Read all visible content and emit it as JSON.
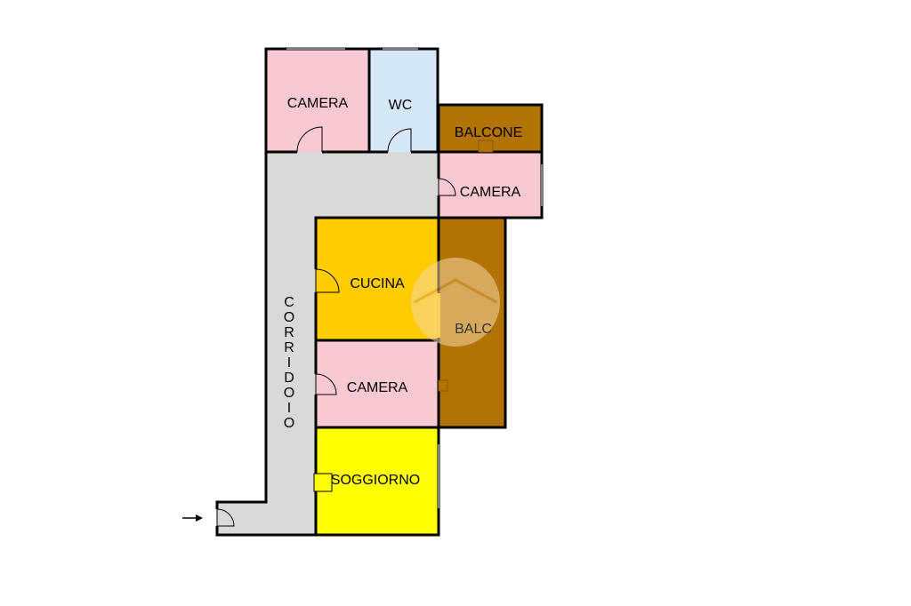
{
  "colors": {
    "wall": "#000000",
    "bedroom": "#f9c9d2",
    "bathroom": "#d6e8f8",
    "balcony": "#b27204",
    "corridor": "#d9d9d9",
    "kitchen": "#ffcc00",
    "living": "#ffff00",
    "watermark": "#f4d7a7"
  },
  "rooms": {
    "camera_top": "CAMERA",
    "wc": "WC",
    "balcone": "BALCONE",
    "camera_right": "CAMERA",
    "cucina": "CUCINA",
    "balc": "BALC",
    "camera_middle": "CAMERA",
    "soggiorno": "SOGGIORNO",
    "corridoio": [
      "C",
      "O",
      "R",
      "R",
      "I",
      "D",
      "O",
      "I",
      "O"
    ]
  },
  "entrance": {
    "icon": "arrow-right-icon"
  }
}
